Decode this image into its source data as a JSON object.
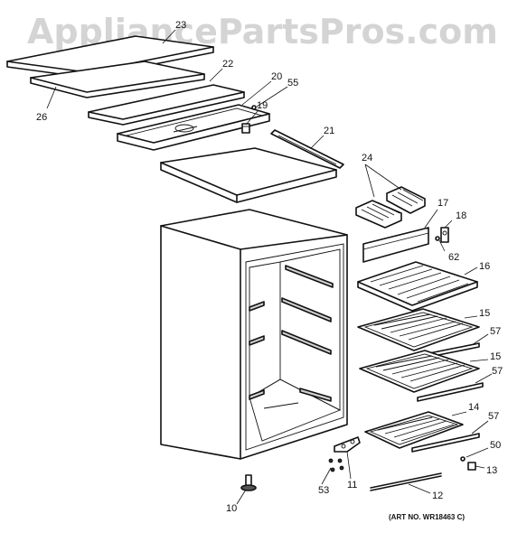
{
  "watermark": "AppliancePartsPros.com",
  "art_number": "(ART NO. WR18463 C)",
  "callouts": {
    "c23": "23",
    "c22": "22",
    "c26": "26",
    "c20": "20",
    "c55": "55",
    "c19": "19",
    "c21": "21",
    "c24": "24",
    "c17": "17",
    "c18": "18",
    "c62": "62",
    "c16": "16",
    "c15a": "15",
    "c57a": "57",
    "c15b": "15",
    "c57b": "57",
    "c14": "14",
    "c57c": "57",
    "c50": "50",
    "c13": "13",
    "c11": "11",
    "c53": "53",
    "c12": "12",
    "c10": "10"
  }
}
